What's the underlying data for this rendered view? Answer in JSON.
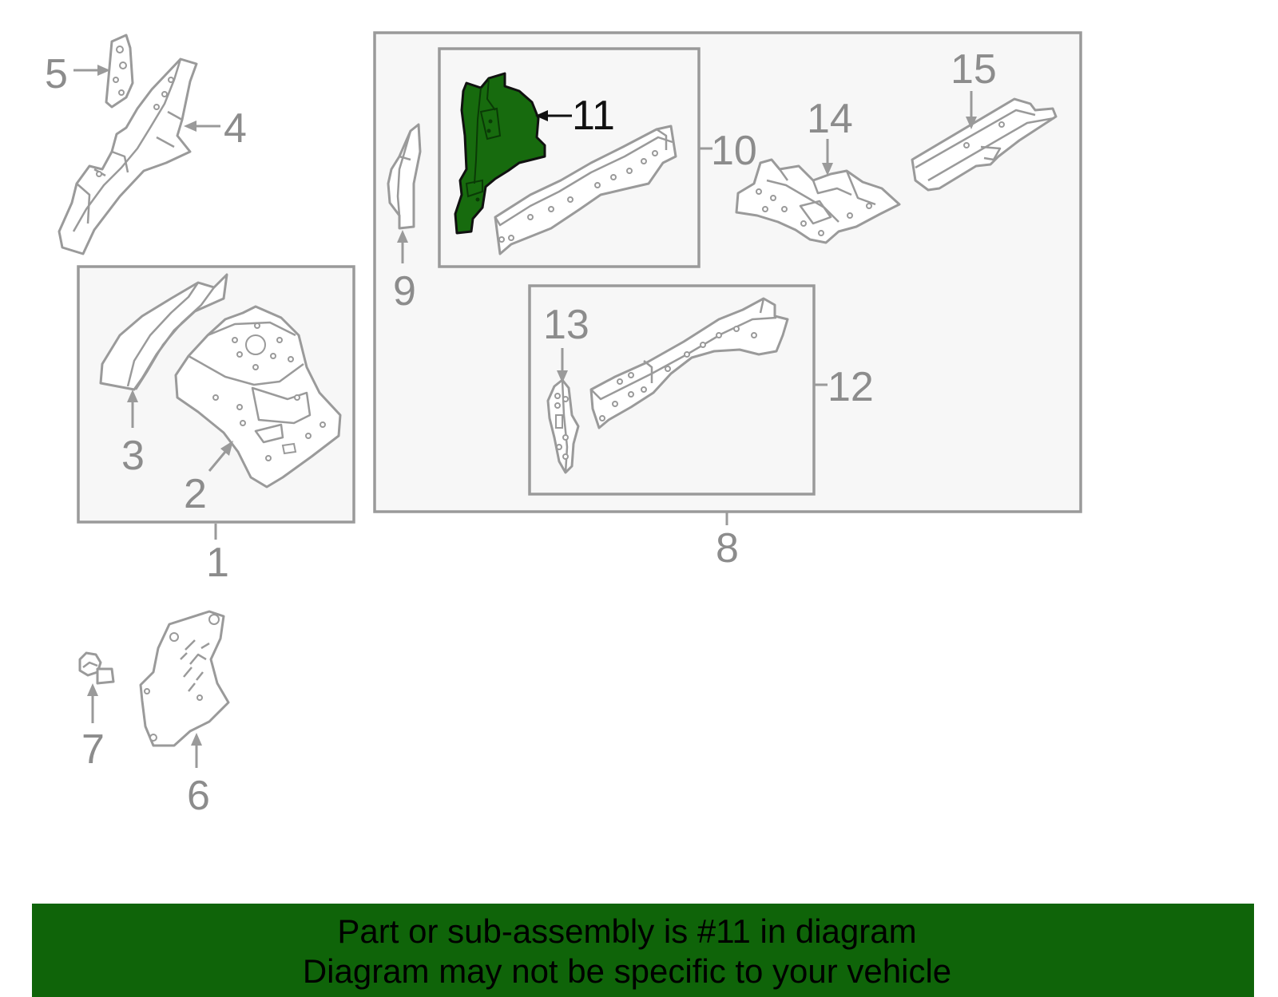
{
  "callouts": {
    "c1": "1",
    "c2": "2",
    "c3": "3",
    "c4": "4",
    "c5": "5",
    "c6": "6",
    "c7": "7",
    "c8": "8",
    "c9": "9",
    "c10": "10",
    "c11": "11",
    "c12": "12",
    "c13": "13",
    "c14": "14",
    "c15": "15"
  },
  "highlighted_part": "11",
  "colors": {
    "highlight_fill": "#176b0e",
    "banner_bg": "#0f6409",
    "line_gray": "#9a9a9a"
  },
  "banner": {
    "line1": "Part or sub-assembly is #11 in diagram",
    "line2": "Diagram may not be specific to your vehicle"
  }
}
